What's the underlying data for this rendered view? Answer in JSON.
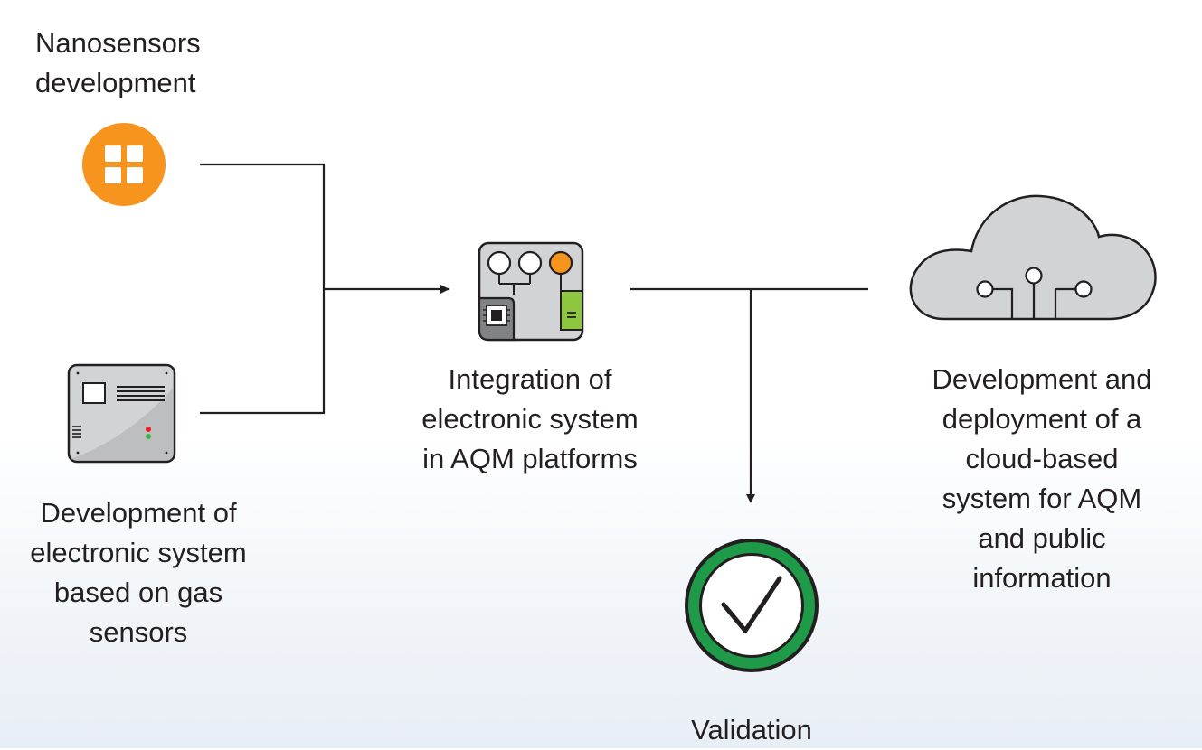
{
  "nodes": {
    "nanosensors": {
      "label_line1": "Nanosensors",
      "label_line2": "development",
      "icon": "orange-grid-circle-icon",
      "color": "#f7941d"
    },
    "electronic_system": {
      "label_line1": "Development of",
      "label_line2": "electronic system",
      "label_line3": "based on gas",
      "label_line4": "sensors",
      "icon": "electronic-device-box-icon"
    },
    "integration": {
      "label_line1": "Integration of",
      "label_line2": "electronic system",
      "label_line3": "in AQM platforms",
      "icon": "circuit-board-icon",
      "accent": "#8dc63f"
    },
    "cloud": {
      "label_line1": "Development and",
      "label_line2": "deployment of a",
      "label_line3": "cloud-based",
      "label_line4": "system for AQM",
      "label_line5": "and public",
      "label_line6": "information",
      "icon": "cloud-network-icon"
    },
    "validation": {
      "label": "Validation",
      "icon": "checkmark-circle-icon",
      "color": "#1e9a48"
    }
  }
}
